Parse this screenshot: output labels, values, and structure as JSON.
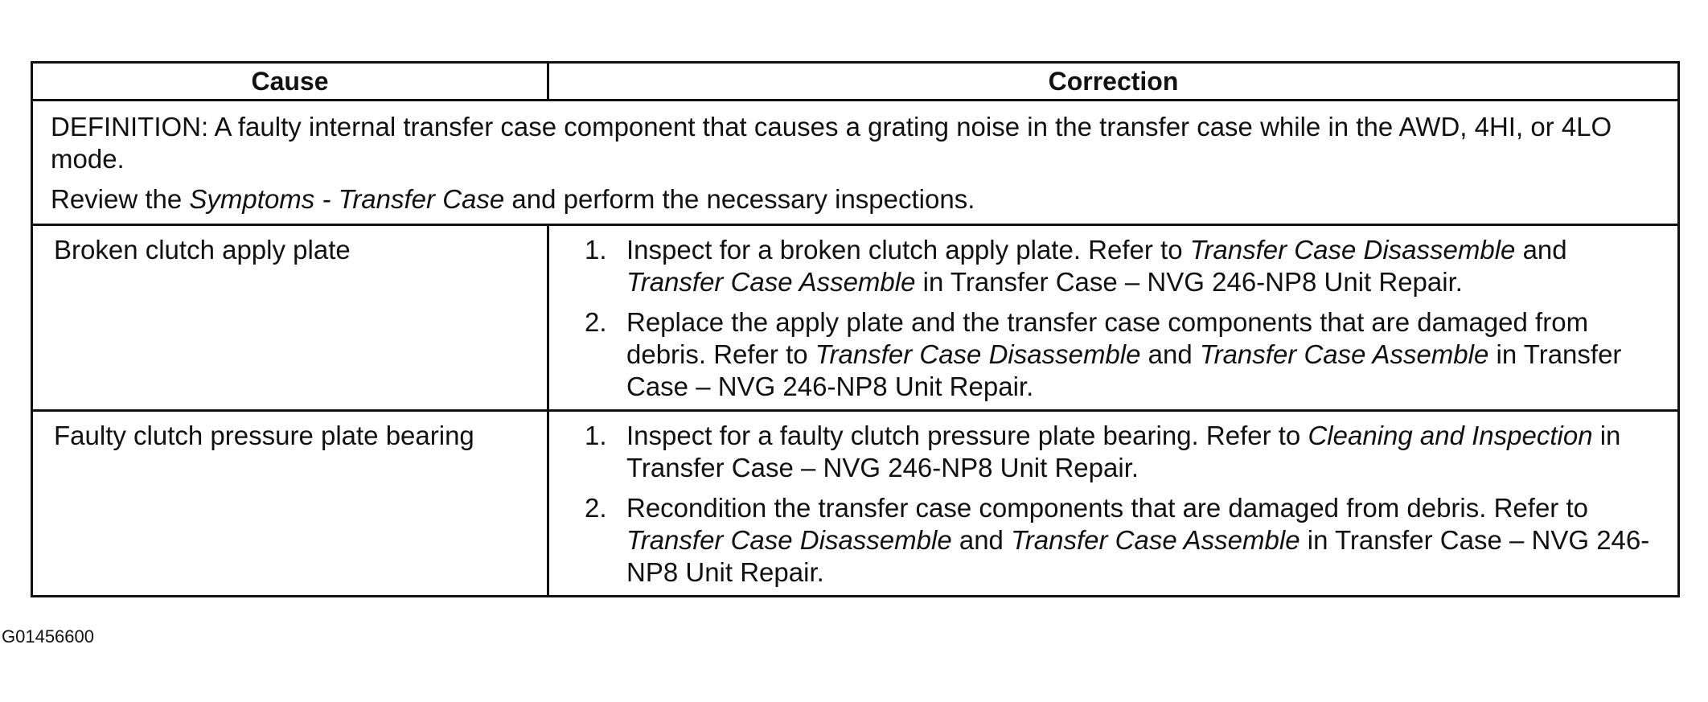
{
  "table": {
    "headers": {
      "cause": "Cause",
      "correction": "Correction"
    },
    "definition": {
      "line1": "DEFINITION: A faulty internal transfer case component that causes a grating noise in the transfer case while in the AWD, 4HI, or 4LO mode.",
      "line2_pre": "Review the ",
      "line2_ital": "Symptoms - Transfer Case",
      "line2_post": " and perform the necessary inspections."
    },
    "rows": [
      {
        "cause": "Broken clutch apply plate",
        "steps": [
          {
            "num": "1.",
            "t1": "Inspect for a broken clutch apply plate. Refer to ",
            "i1": "Transfer Case Disassemble",
            "t2": " and ",
            "i2": "Transfer Case Assemble",
            "t3": " in Transfer Case – NVG 246-NP8 Unit Repair."
          },
          {
            "num": "2.",
            "t1": "Replace the apply plate and the transfer case components that are damaged from debris. Refer to ",
            "i1": "Transfer Case Disassemble",
            "t2": " and ",
            "i2": "Transfer Case Assemble",
            "t3": " in Transfer Case – NVG 246-NP8 Unit Repair."
          }
        ]
      },
      {
        "cause": "Faulty clutch pressure plate bearing",
        "steps": [
          {
            "num": "1.",
            "t1": "Inspect for a faulty clutch pressure plate bearing. Refer to ",
            "i1": "Cleaning and Inspection",
            "t2": " in Transfer Case – NVG 246-NP8 Unit Repair."
          },
          {
            "num": "2.",
            "t1": "Recondition the transfer case components that are damaged from debris. Refer to ",
            "i1": "Transfer Case Disassemble",
            "t2": " and ",
            "i2": "Transfer Case Assemble",
            "t3": " in Transfer Case – NVG 246-NP8 Unit Repair."
          }
        ]
      }
    ]
  },
  "figure_id": "G01456600"
}
